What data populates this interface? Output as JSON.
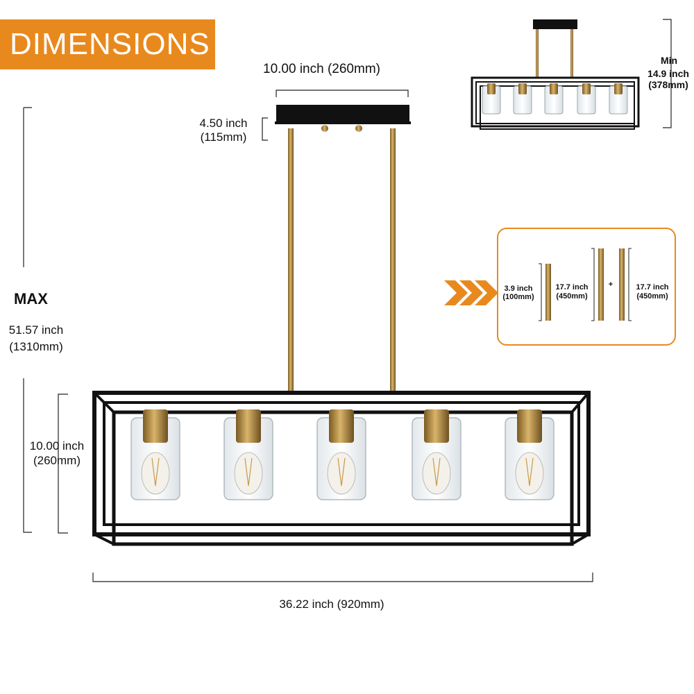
{
  "banner": {
    "title": "DIMENSIONS"
  },
  "colors": {
    "accent": "#e8891e",
    "frame": "#111111",
    "brass": "#b08a3e"
  },
  "labels": {
    "canopy_width": "10.00 inch (260mm)",
    "canopy_height_in": "4.50 inch",
    "canopy_height_mm": "(115mm)",
    "max_word": "MAX",
    "max_in": "51.57 inch",
    "max_mm": "(1310mm)",
    "frame_height_in": "10.00 inch",
    "frame_height_mm": "(260mm)",
    "frame_width": "36.22 inch (920mm)",
    "min_word": "Min",
    "min_in": "14.9 inch",
    "min_mm": "(378mm)"
  },
  "rods": {
    "rod1_in": "3.9 inch",
    "rod1_mm": "(100mm)",
    "rod2_in": "17.7 inch",
    "rod2_mm": "(450mm)",
    "plus": "+",
    "rod3_in": "17.7 inch",
    "rod3_mm": "(450mm)"
  },
  "icons": [
    "triple-chevron-right-icon"
  ]
}
